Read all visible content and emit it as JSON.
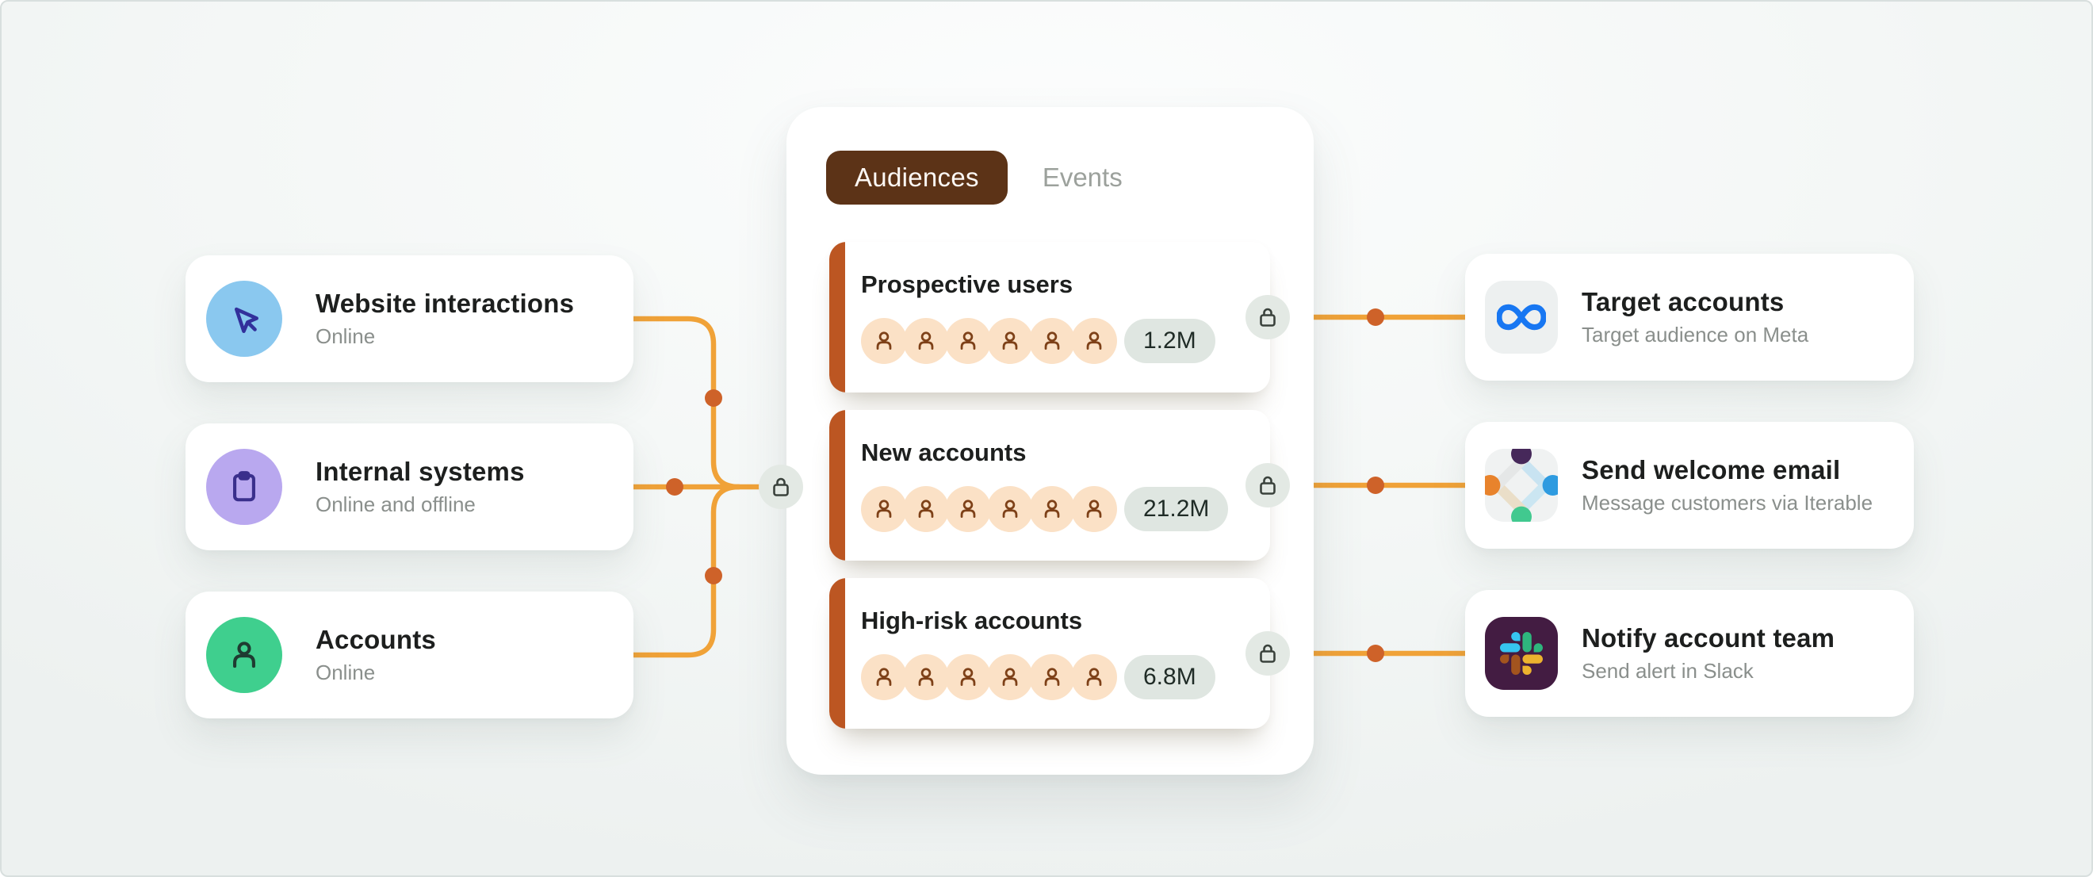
{
  "tabs": {
    "active": "Audiences",
    "inactive": "Events"
  },
  "sources": [
    {
      "title": "Website interactions",
      "subtitle": "Online",
      "icon": "cursor-icon"
    },
    {
      "title": "Internal systems",
      "subtitle": "Online and offline",
      "icon": "clipboard-icon"
    },
    {
      "title": "Accounts",
      "subtitle": "Online",
      "icon": "person-icon"
    }
  ],
  "audiences": [
    {
      "title": "Prospective users",
      "count": "1.2M",
      "avatar_count": 6
    },
    {
      "title": "New accounts",
      "count": "21.2M",
      "avatar_count": 6
    },
    {
      "title": "High-risk accounts",
      "count": "6.8M",
      "avatar_count": 6
    }
  ],
  "destinations": [
    {
      "title": "Target accounts",
      "subtitle": "Target audience on Meta",
      "logo": "meta-logo"
    },
    {
      "title": "Send welcome email",
      "subtitle": "Message customers via Iterable",
      "logo": "iterable-logo"
    },
    {
      "title": "Notify account team",
      "subtitle": "Send alert in Slack",
      "logo": "slack-logo"
    }
  ],
  "colors": {
    "connector": "#F0A238",
    "connector_dot": "#CE6229",
    "tab_active_bg": "#5C3317",
    "audience_accent_bar": "#BC5622",
    "avatar_bg": "#FBE1C6",
    "count_pill_bg": "#DFE6E1",
    "lock_badge_bg": "#E3E9E4",
    "meta_blue": "#1877F2",
    "slack_tile_bg": "#431C42",
    "source_icon_bg": [
      "#8AC8EF",
      "#B9A8EF",
      "#3FCF8E"
    ]
  }
}
